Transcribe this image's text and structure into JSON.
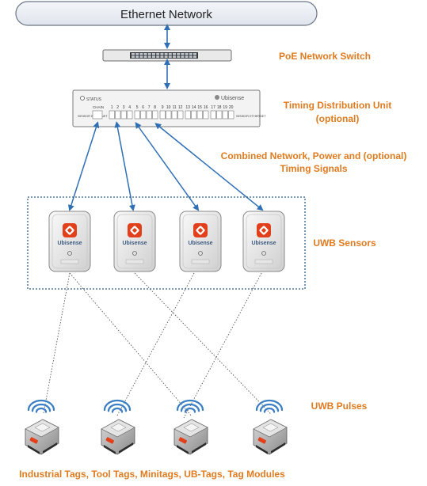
{
  "network": {
    "title": "Ethernet Network"
  },
  "switch": {
    "label": "PoE Network Switch"
  },
  "tdu": {
    "label_line1": "Timing Distribution Unit",
    "label_line2": "(optional)",
    "status_text": "STATUS",
    "brand_text": "Ubisense",
    "chain_text": "CHAIN",
    "port_numbers": [
      "1",
      "2",
      "3",
      "4",
      "5",
      "6",
      "7",
      "8",
      "9",
      "10",
      "11",
      "12",
      "13",
      "14",
      "15",
      "16",
      "17",
      "18",
      "19",
      "20"
    ],
    "sensor_ethernet_left": "SENSOR ETHERNET",
    "sensor_ethernet_right": "SENSOR ETHERNET"
  },
  "combined": {
    "line1": "Combined Network, Power and (optional)",
    "line2": "Timing Signals"
  },
  "sensors": {
    "label": "UWB Sensors",
    "brand": "Ubisense",
    "count": 4
  },
  "pulses": {
    "label": "UWB Pulses"
  },
  "tags": {
    "label": "Industrial Tags, Tool Tags, Minitags, UB-Tags, Tag Modules",
    "count": 4
  },
  "colors": {
    "accent_orange": "#e07b1f",
    "arrow_blue": "#2f6fb5",
    "box_border_blue": "#2e5c8a",
    "sensor_red": "#e2401b",
    "wave_blue": "#3b7fc4"
  }
}
